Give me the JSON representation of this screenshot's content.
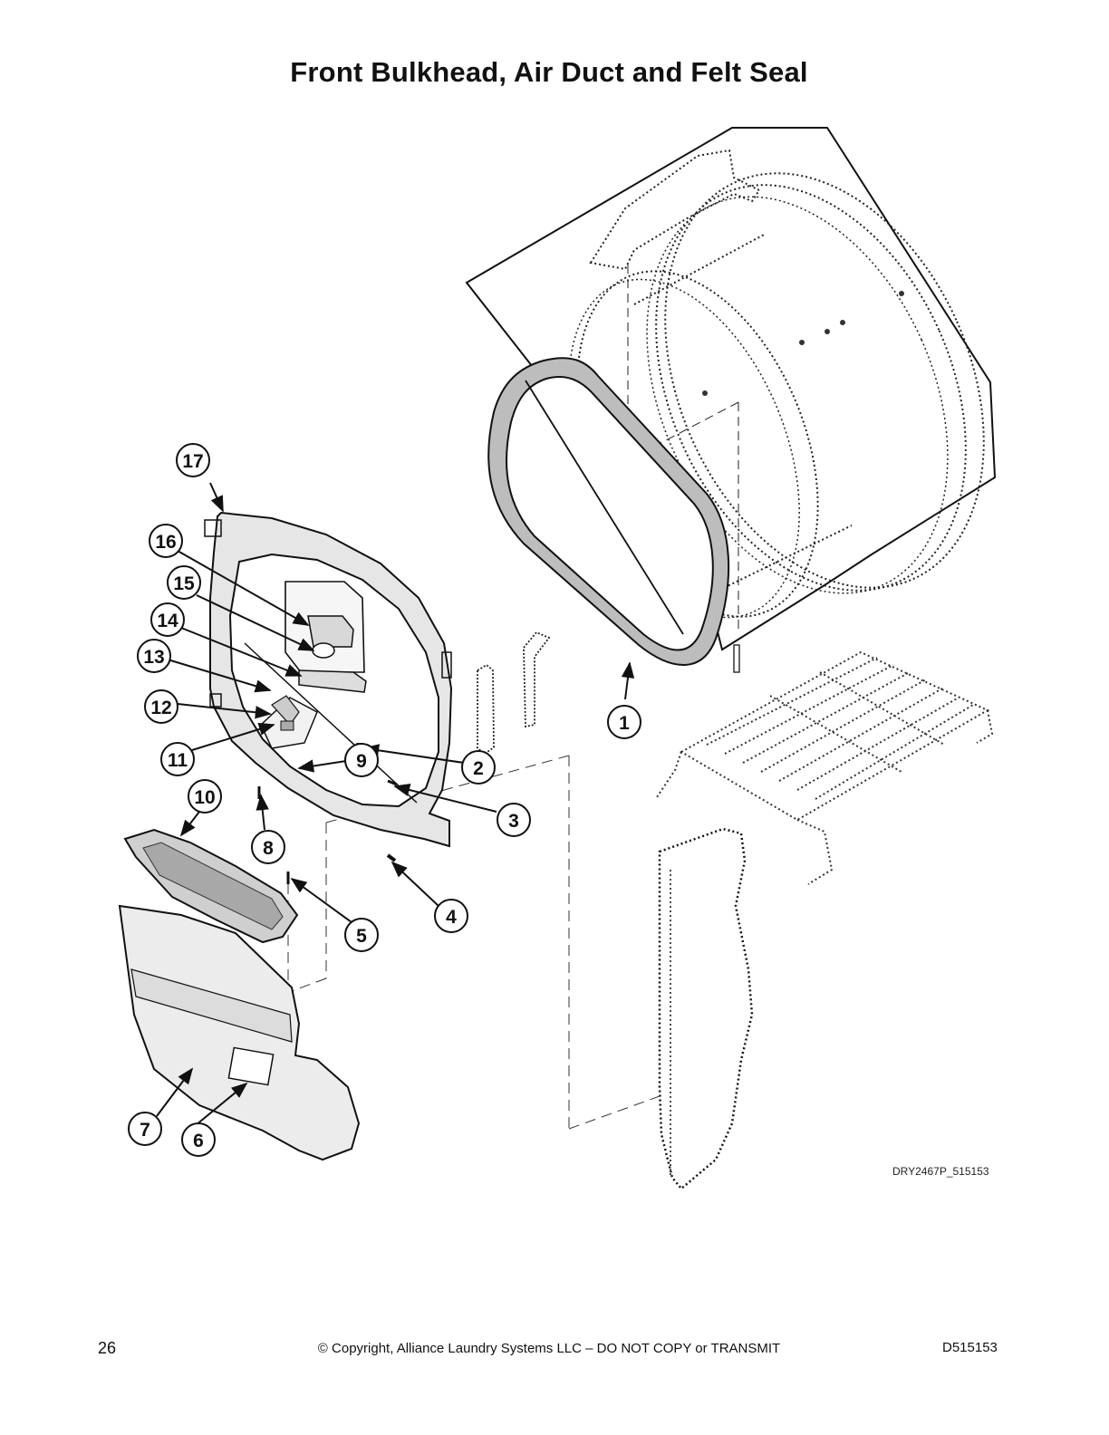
{
  "title": "Front Bulkhead, Air Duct and Felt Seal",
  "figure_id": "DRY2467P_515153",
  "footer": {
    "page_number": "26",
    "copyright": "© Copyright, Alliance Laundry Systems LLC – DO NOT COPY or TRANSMIT",
    "doc_number": "D515153"
  },
  "callouts": [
    "1",
    "2",
    "3",
    "4",
    "5",
    "6",
    "7",
    "8",
    "9",
    "10",
    "11",
    "12",
    "13",
    "14",
    "15",
    "16",
    "17"
  ]
}
